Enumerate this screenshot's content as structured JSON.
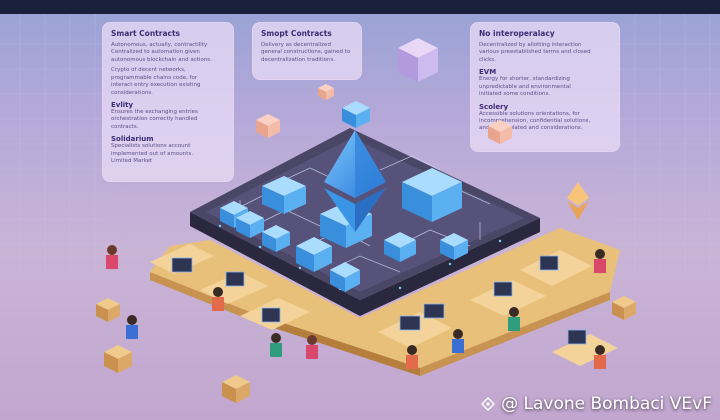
{
  "panels": {
    "left": {
      "title": "Smart Contracts",
      "line1": "Autonomous, actually, contractility",
      "line2": "Centralized to automation given",
      "line3": "autonomous blockchain and actions.",
      "line4": "Crypto of decent networks,",
      "line5": "programmable chains code, for",
      "line6": "interact entry execution existing",
      "line7": "considerations.",
      "sub1": "Evlity",
      "line8": "Ensures the exchanging entries",
      "line9": "orchestration correctly handled",
      "line10": "contracts.",
      "sub2": "Solidarium",
      "line11": "Specialists solutions account",
      "line12": "implemented out of amounts.",
      "line13": "Limited Market"
    },
    "center": {
      "title": "Smopt Contracts",
      "line1": "Delivery as decentralized",
      "line2": "general constructions, gained to",
      "line3": "decentralization traditions."
    },
    "right": {
      "title": "No interoperalacy",
      "line1": "Decentralized by allotting interaction",
      "line2": "various preestablished terms and closed",
      "line3": "clicks.",
      "sub1": "EVM",
      "line4": "Energy for shorter, standardizing",
      "line5": "unpredictable and environmental",
      "line6": "initiated some conditions.",
      "sub2": "Scolery",
      "line7": "Accessible solutions orientations, for",
      "line8": "incomprehension, confidential solutions,",
      "line9": "and accumulated and considerations."
    }
  },
  "watermark": {
    "text": "@ Lavone Bombaci VEvF"
  },
  "colors": {
    "background_top": "#1a1f3c",
    "panel_bg": "#ecdef6",
    "platform_dark": "#3d3a55",
    "cube_blue": "#4ea9e8",
    "ethereum_blue": "#3fa0e8",
    "floor_wood": "#e9c07a",
    "circuit_line": "#c7d2ee"
  },
  "icons": [
    "ethereum-diamond-icon",
    "watermark-logo-icon"
  ]
}
